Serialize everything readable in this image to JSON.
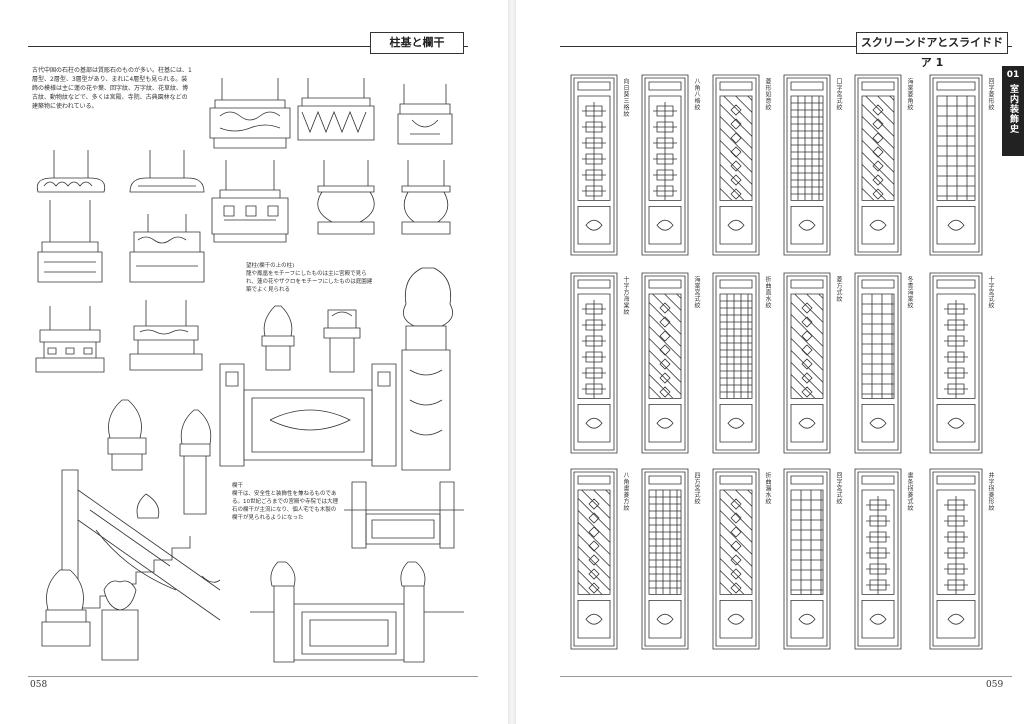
{
  "left_page": {
    "section_title": "柱基と欄干",
    "intro_text": "古代中国の石柱の基部は質彫石のものが多い。柱基には、1層型、2層型、3層型があり、まれに4層型も見られる。装飾の模様は主に蓮の花や葉、回字紋、万字紋、花草紋、博古紋、動物紋などで、多くは宮殿、寺院、古典園林などの建築物に使われている。",
    "baluster_caption_title": "望柱(欄干の上の柱)",
    "baluster_caption_text": "龍や鳳凰をモチーフにしたものは主に宮殿で見られ、蓮の花やザクロをモチーフにしたものは庭園建築でよく見られる",
    "railing_caption_title": "欄干",
    "railing_caption_text": "欄干は、安全性と装飾性を兼ねるものである。10世紀ごろまでの宮殿や寺院では大理石の欄干が主流になり、個人宅でも木製の欄干が見られるようになった",
    "page_number": "058"
  },
  "right_page": {
    "section_title": "スクリーンドアとスライドドア 1",
    "chapter_number": "01",
    "chapter_title": "室内装飾史",
    "page_number": "059",
    "door_labels": [
      [
        "向日葵三格紋",
        "八角八格紋",
        "菱形如意紋",
        "口字宮式紋",
        "海棠菱角紋",
        "回字菱形紋"
      ],
      [
        "十字方海棠紋",
        "海棠宮式紋",
        "折曲直水紋",
        "菱方式紋",
        "冬青海棠紋",
        "十字宮式紋"
      ],
      [
        "八角書菱方紋",
        "四方宮式紋",
        "折曲漏水紋",
        "回字宮式紋",
        "書条拐菱式紋",
        "井字拐菱形紋"
      ]
    ]
  },
  "colors": {
    "ink": "#333333",
    "tab_background": "#222222",
    "tab_text": "#ffffff"
  }
}
